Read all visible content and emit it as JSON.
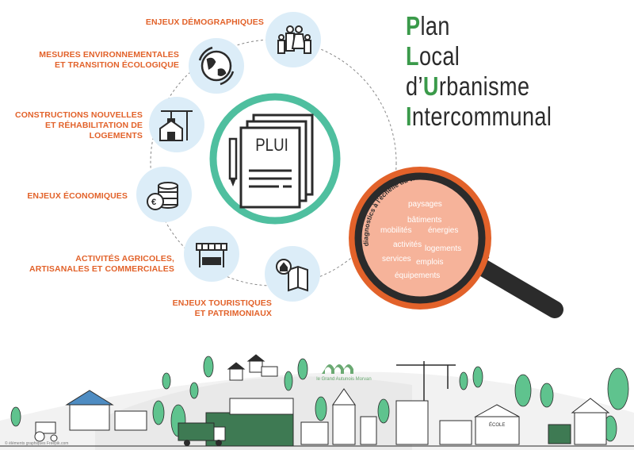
{
  "title": {
    "lines": [
      {
        "cap": "P",
        "rest": "lan"
      },
      {
        "cap": "L",
        "rest": "ocal"
      },
      {
        "pre": "d’",
        "cap": "U",
        "rest": "rbanisme"
      },
      {
        "cap": "I",
        "rest": "ntercommunal"
      }
    ]
  },
  "center": {
    "document_label": "PLUI"
  },
  "themes": [
    {
      "label": "ENJEUX DÉMOGRAPHIQUES",
      "icon": "family-icon"
    },
    {
      "label": "MESURES ENVIRONNEMENTALES\nET TRANSITION ÉCOLOGIQUE",
      "icon": "globe-icon"
    },
    {
      "label": "CONSTRUCTIONS NOUVELLES\nET RÉHABILITATION DE LOGEMENTS",
      "icon": "construction-icon"
    },
    {
      "label": "ENJEUX ÉCONOMIQUES",
      "icon": "coins-euro-icon"
    },
    {
      "label": "ACTIVITÉS AGRICOLES,\nARTISANALES ET COMMERCIALES",
      "icon": "market-stall-icon"
    },
    {
      "label": "ENJEUX TOURISTIQUES\nET PATRIMONIAUX",
      "icon": "map-location-icon"
    }
  ],
  "magnifier": {
    "arc_text": "diagnostics à l'échelle du territoire",
    "words": [
      "paysages",
      "bâtiments",
      "mobilités",
      "énergies",
      "activités",
      "logements",
      "services",
      "emplois",
      "équipements"
    ]
  },
  "town": {
    "name_line1": "le Grand",
    "name_line2": "Autunois Morvan",
    "school_sign": "ÉCOLE"
  },
  "credit": "© éléments graphiques Freepik.com",
  "colors": {
    "orange": "#e2622a",
    "green": "#3a9a4a",
    "teal": "#4fbf9f",
    "light_blue": "#dcedf8",
    "dark": "#2b2b2b",
    "salmon": "#f6b39a"
  }
}
